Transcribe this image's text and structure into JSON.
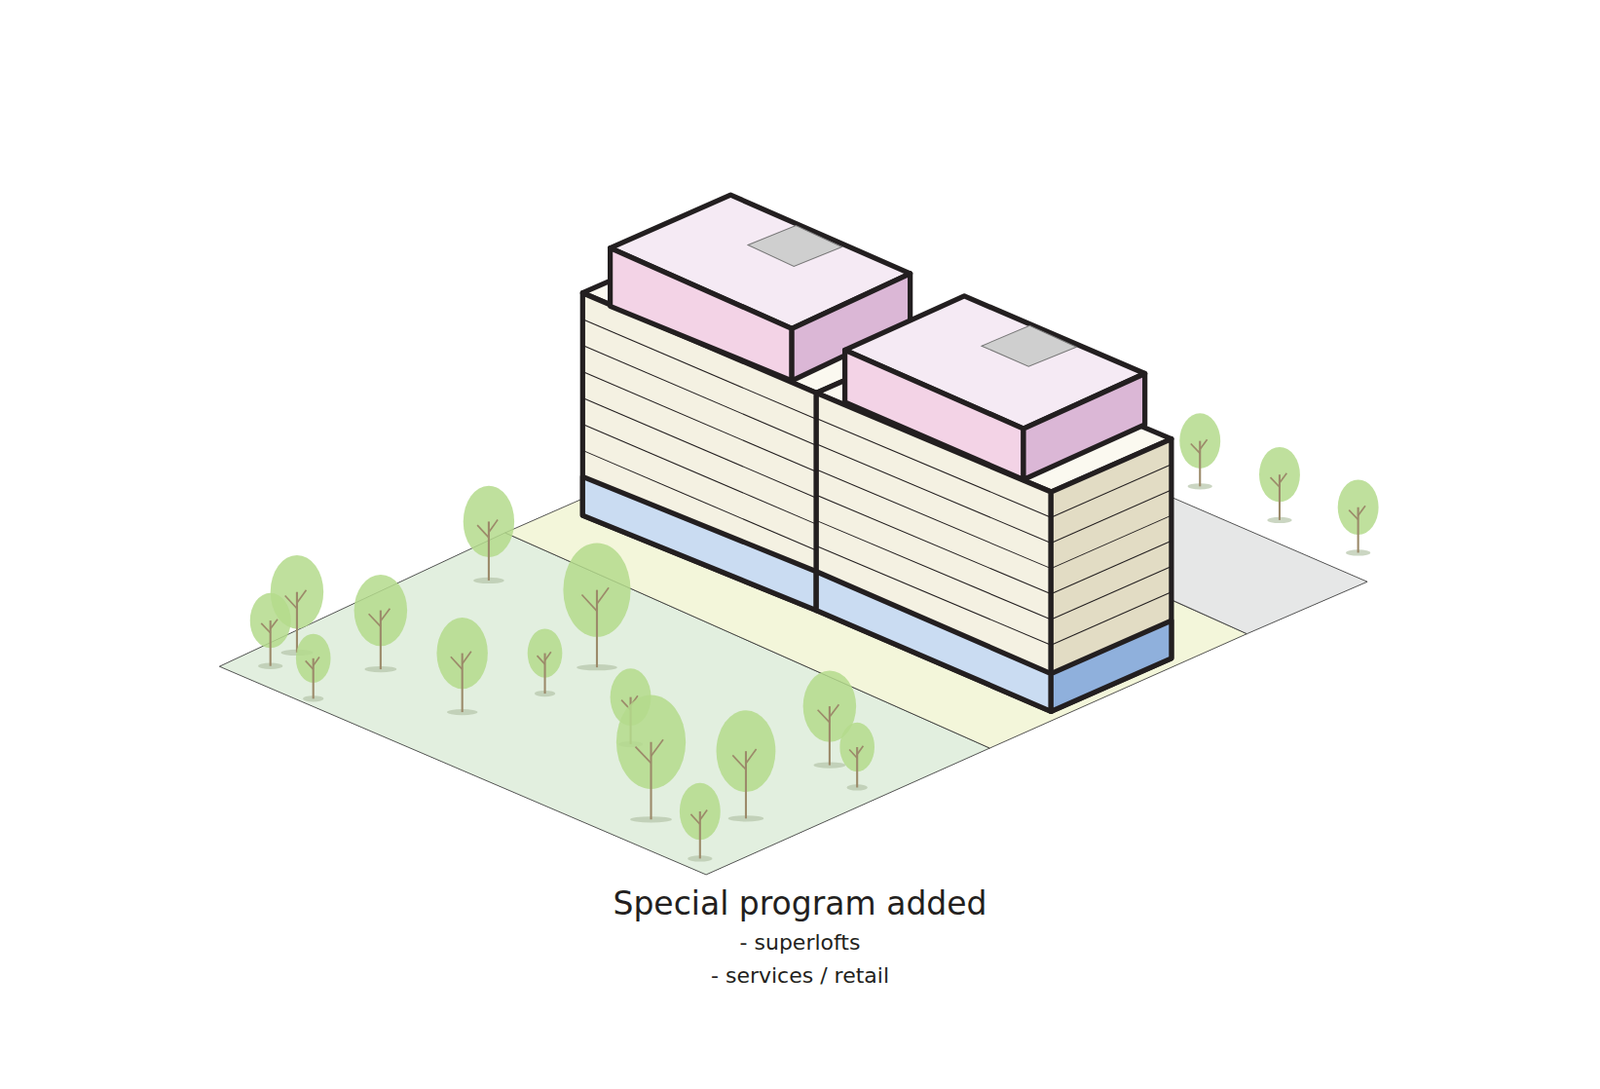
{
  "diagram": {
    "title": "Special program added",
    "labels": [
      "- superlofts",
      "- services / retail"
    ]
  }
}
